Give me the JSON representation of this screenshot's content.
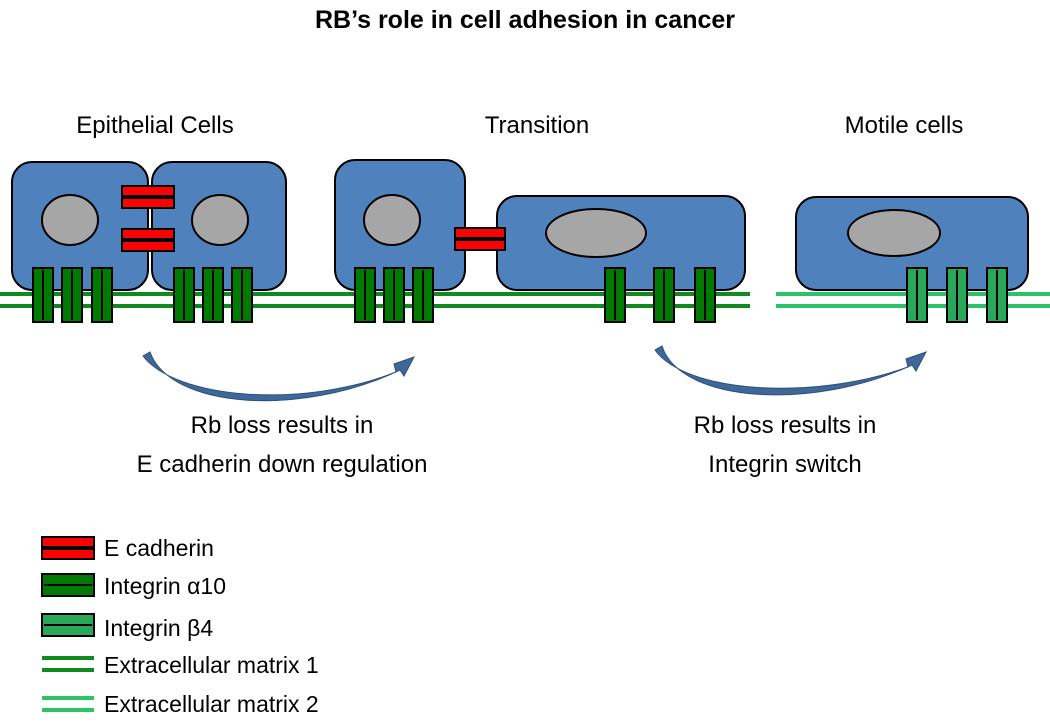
{
  "title": "RB’s role in cell adhesion in cancer",
  "sections": {
    "epithelial": "Epithelial Cells",
    "transition": "Transition",
    "motile": "Motile cells"
  },
  "captions": {
    "left_line1": "Rb loss results in",
    "left_line2": "E cadherin down regulation",
    "right_line1": "Rb loss results in",
    "right_line2": "Integrin switch"
  },
  "legend": [
    {
      "label": "E cadherin",
      "kind": "cadherin",
      "color": "#ff0000"
    },
    {
      "label": "Integrin α10",
      "kind": "integrin",
      "color": "#007a00"
    },
    {
      "label": "Integrin β4",
      "kind": "integrin",
      "color": "#2aa85a"
    },
    {
      "label": "Extracellular matrix 1",
      "kind": "matrix",
      "color": "#0f8a1e"
    },
    {
      "label": "Extracellular matrix 2",
      "kind": "matrix",
      "color": "#2cc26a"
    }
  ],
  "colors": {
    "cell": "#4f81bd",
    "nucleus": "#a6a6a6",
    "arrow": "#3f6797",
    "cadherin": "#ff0000",
    "integrin_a10": "#007a00",
    "integrin_b4": "#2aa85a",
    "matrix1": "#0f8a1e",
    "matrix2": "#2cc26a"
  }
}
